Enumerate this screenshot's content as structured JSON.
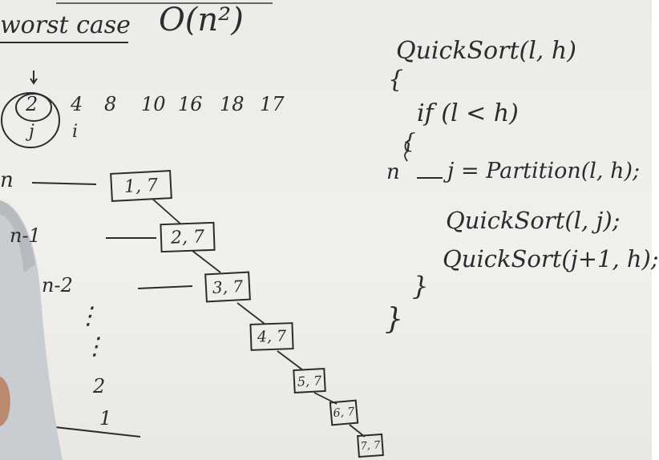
{
  "heading": {
    "text": "worst case",
    "complexity": "O(n²)"
  },
  "array": {
    "values": [
      "2",
      "4",
      "8",
      "10",
      "16",
      "18",
      "17"
    ],
    "pointer_j": "j",
    "pointer_i": "i"
  },
  "recursion_tree": {
    "nodes": [
      "1, 7",
      "2, 7",
      "3, 7",
      "4, 7",
      "5, 7",
      "6, 7",
      "7, 7"
    ],
    "level_costs": [
      "n",
      "n-1",
      "n-2",
      "2",
      "1"
    ],
    "ellipsis": "⋮"
  },
  "pseudocode": {
    "lines": [
      "QuickSort(l, h)",
      "{",
      "if (l < h)",
      "{",
      "j = Partition(l, h);",
      "QuickSort(l, j);",
      "QuickSort(j+1, h);",
      "}",
      "}"
    ],
    "partition_cost": "n"
  },
  "colors": {
    "board": "#eeede9",
    "ink": "#2c2c30",
    "person_shirt": "#c9cdd1",
    "person_skin": "#b98a6e"
  }
}
